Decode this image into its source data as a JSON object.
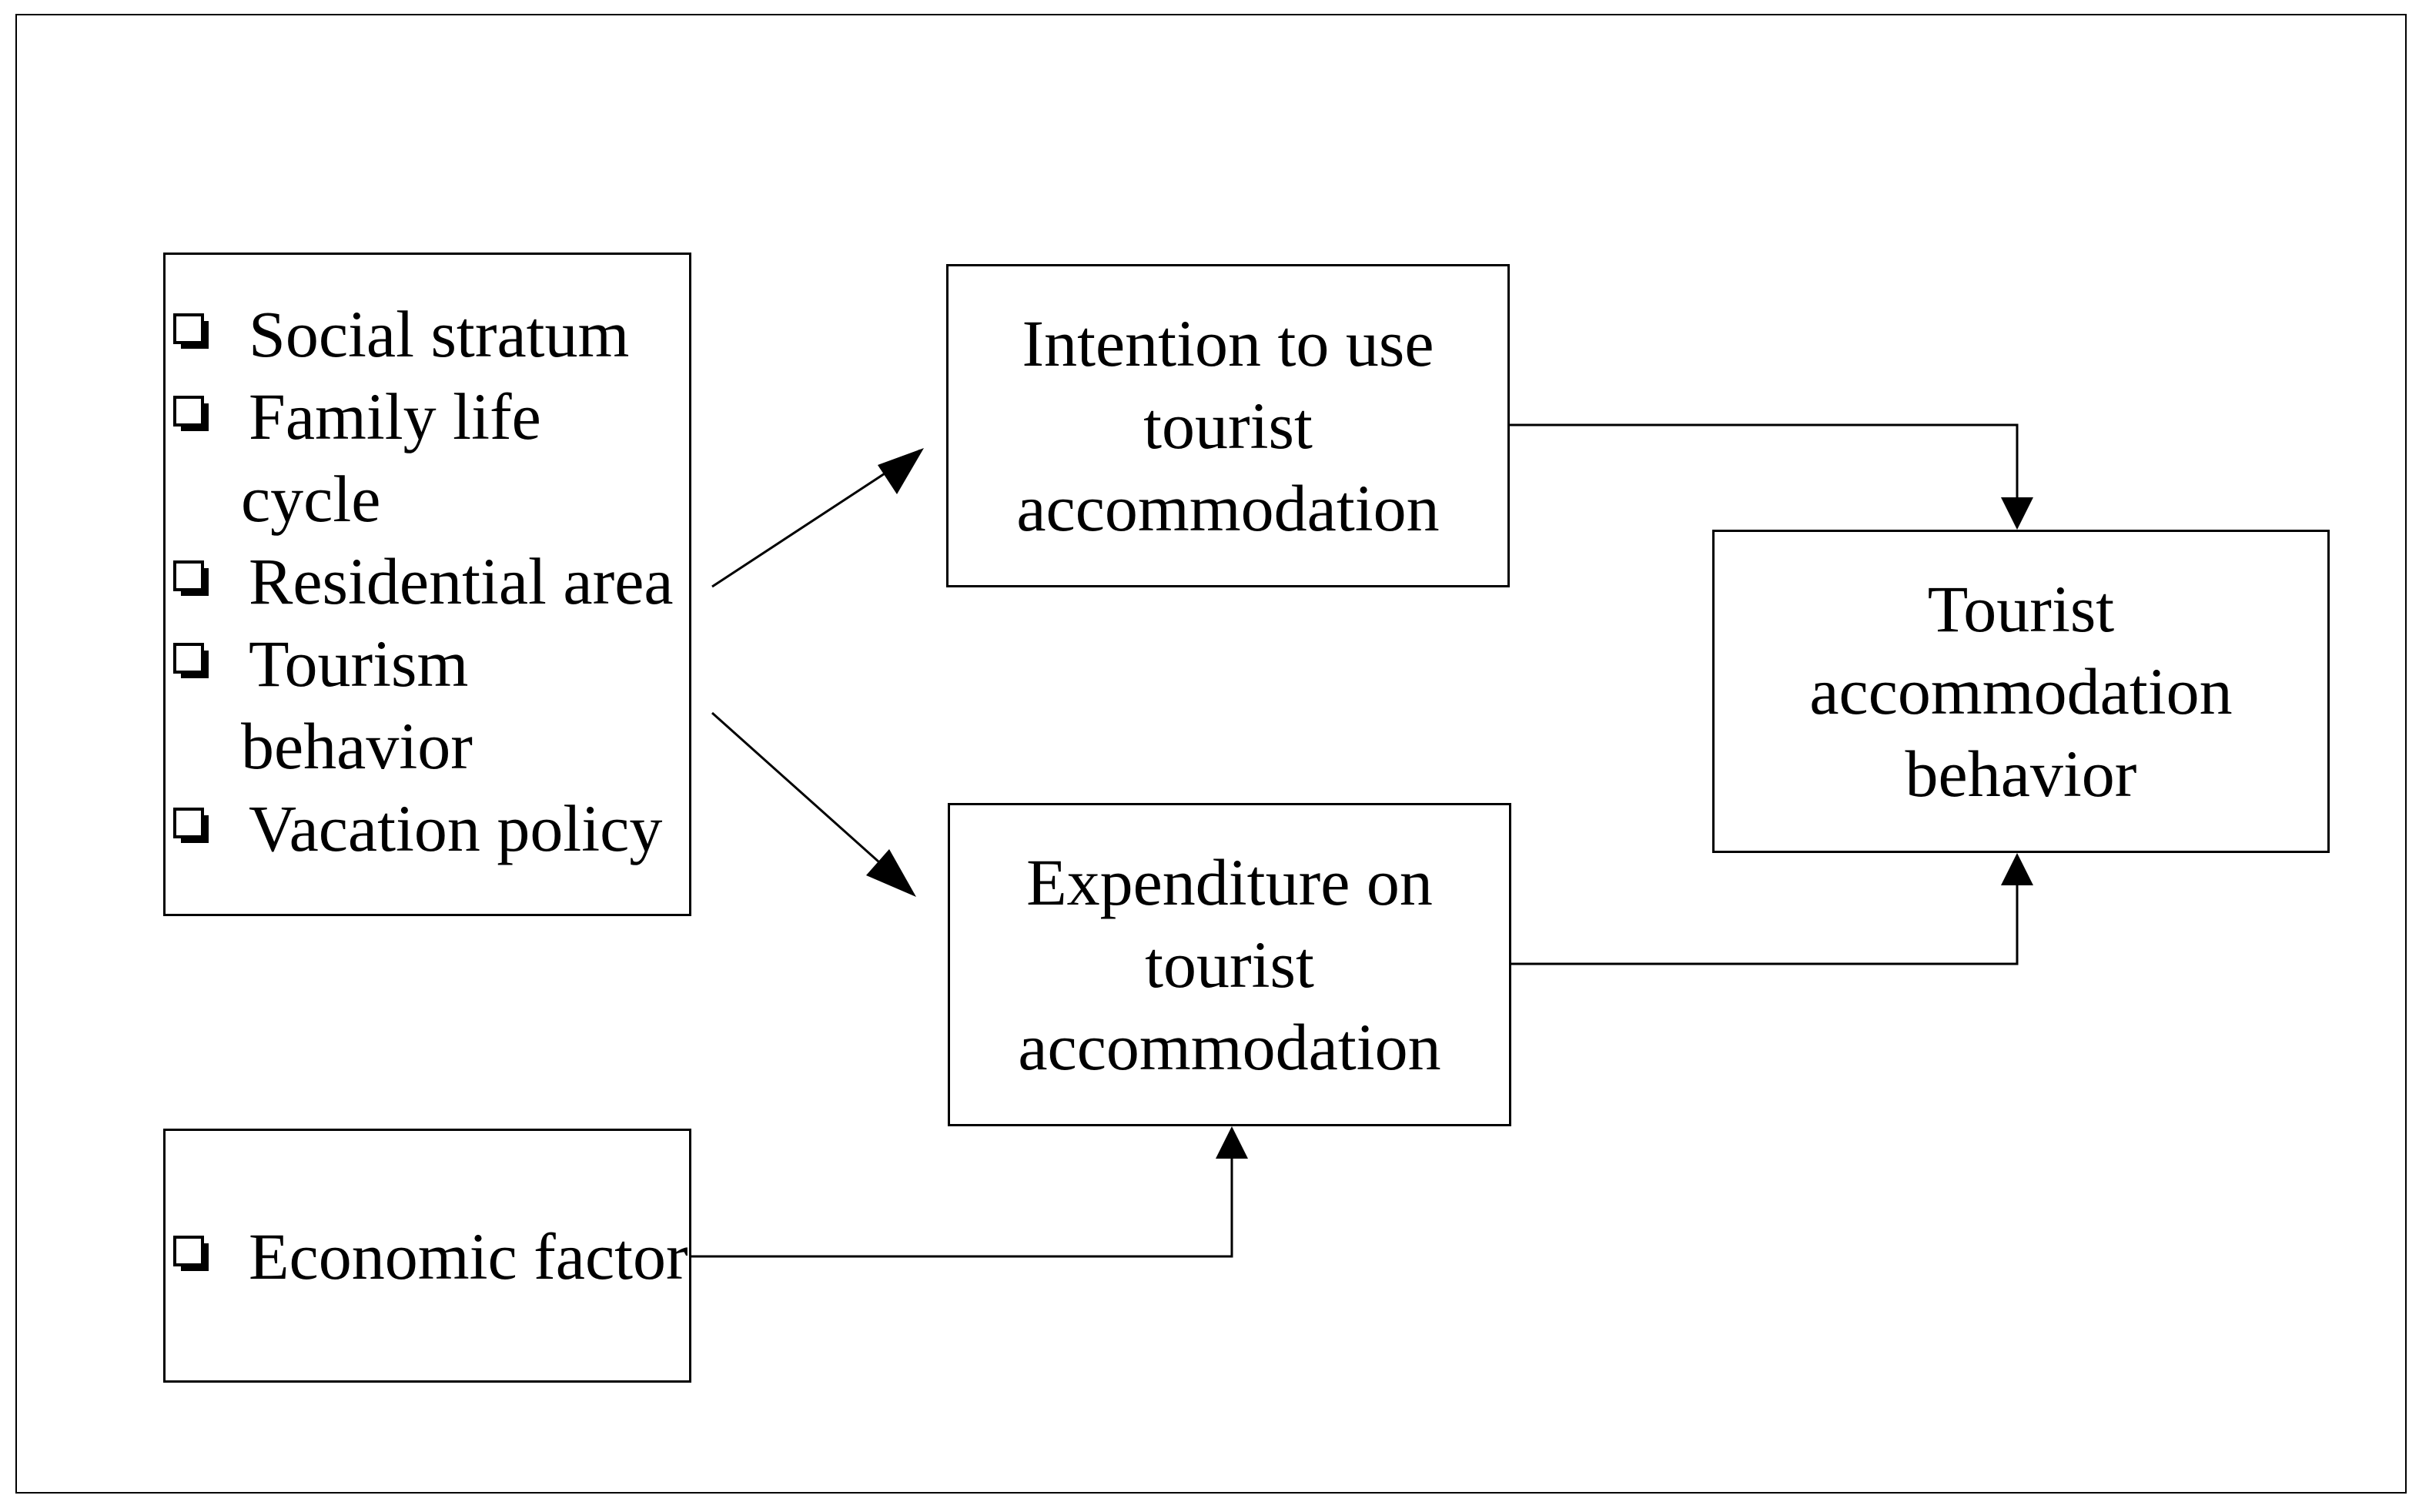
{
  "factors": {
    "items": [
      {
        "lines": [
          "Social stratum"
        ]
      },
      {
        "lines": [
          "Family life",
          "cycle"
        ]
      },
      {
        "lines": [
          "Residential area"
        ]
      },
      {
        "lines": [
          "Tourism",
          "behavior"
        ]
      },
      {
        "lines": [
          "Vacation policy"
        ]
      }
    ]
  },
  "economic": {
    "items": [
      {
        "lines": [
          "Economic factor"
        ]
      }
    ]
  },
  "intention": {
    "lines": [
      "Intention to use",
      "tourist",
      "accommodation"
    ]
  },
  "expenditure": {
    "lines": [
      "Expenditure on",
      "tourist",
      "accommodation"
    ]
  },
  "behavior": {
    "lines": [
      "Tourist",
      "accommodation",
      "behavior"
    ]
  }
}
